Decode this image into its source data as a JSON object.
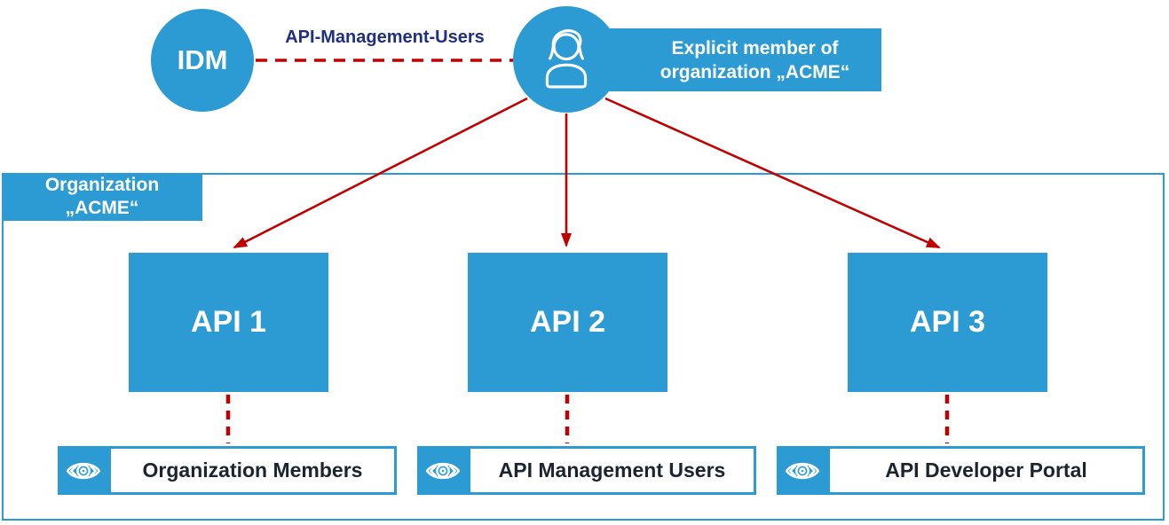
{
  "colors": {
    "brand_blue": "#2D9BD3",
    "accent_red": "#C00000",
    "connector_text_navy": "#202F80",
    "label_text_dark": "#1B2430"
  },
  "idm": {
    "label": "IDM"
  },
  "connector": {
    "label": "API-Management-Users"
  },
  "user": {
    "icon": "user-icon",
    "note_line1": "Explicit member of",
    "note_line2": "organization „ACME“"
  },
  "organization": {
    "label_line1": "Organization",
    "label_line2": "„ACME“",
    "apis": [
      {
        "label": "API 1"
      },
      {
        "label": "API 2"
      },
      {
        "label": "API 3"
      }
    ]
  },
  "visibility_items": [
    {
      "icon": "eye-icon",
      "label": "Organization Members"
    },
    {
      "icon": "eye-icon",
      "label": "API Management Users"
    },
    {
      "icon": "eye-icon",
      "label": "API Developer Portal"
    }
  ]
}
